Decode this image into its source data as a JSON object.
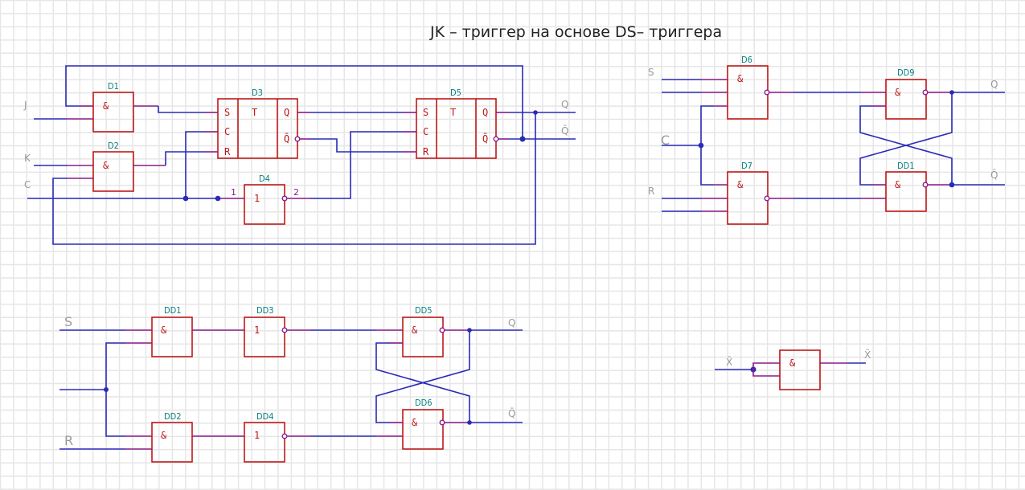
{
  "title": "JK – триггер на основе DS– триггера",
  "colors": {
    "wire": "#2a2ab8",
    "pin": "#8a1a8a",
    "gate_outline": "#c01818",
    "ref_label": "#0a8080",
    "signal_label": "#9a9a9a",
    "grid": "#e6e6e6"
  },
  "jk_circuit": {
    "inputs": [
      "J",
      "K",
      "C"
    ],
    "outputs": [
      "Q",
      "Q̄"
    ],
    "gates": [
      {
        "ref": "D1",
        "symbol": "&"
      },
      {
        "ref": "D2",
        "symbol": "&"
      },
      {
        "ref": "D4",
        "symbol": "1",
        "pin_in": "1",
        "pin_out": "2"
      }
    ],
    "flipflops": [
      {
        "ref": "D3",
        "inputs": [
          "S",
          "C",
          "R"
        ],
        "type": "T",
        "outputs": [
          "Q",
          "Q̄"
        ]
      },
      {
        "ref": "D5",
        "inputs": [
          "S",
          "C",
          "R"
        ],
        "type": "T",
        "outputs": [
          "Q",
          "Q̄"
        ]
      }
    ]
  },
  "sr_clocked_circuit": {
    "inputs": [
      "S",
      "C",
      "R"
    ],
    "outputs": [
      "Q",
      "Q̄"
    ],
    "gates": [
      {
        "ref": "D6",
        "symbol": "&"
      },
      {
        "ref": "D7",
        "symbol": "&"
      },
      {
        "ref": "DD9",
        "symbol": "&"
      },
      {
        "ref": "DD1",
        "symbol": "&"
      }
    ]
  },
  "bottom_circuit": {
    "inputs": [
      "S",
      "R"
    ],
    "outputs": [
      "Q",
      "Q̄"
    ],
    "gates": [
      {
        "ref": "DD1",
        "symbol": "&"
      },
      {
        "ref": "DD2",
        "symbol": "&"
      },
      {
        "ref": "DD3",
        "symbol": "1"
      },
      {
        "ref": "DD4",
        "symbol": "1"
      },
      {
        "ref": "DD5",
        "symbol": "&"
      },
      {
        "ref": "DD6",
        "symbol": "&"
      }
    ]
  },
  "inverter_example": {
    "input": "X̄",
    "output": "X̄",
    "gate": {
      "symbol": "&"
    }
  }
}
